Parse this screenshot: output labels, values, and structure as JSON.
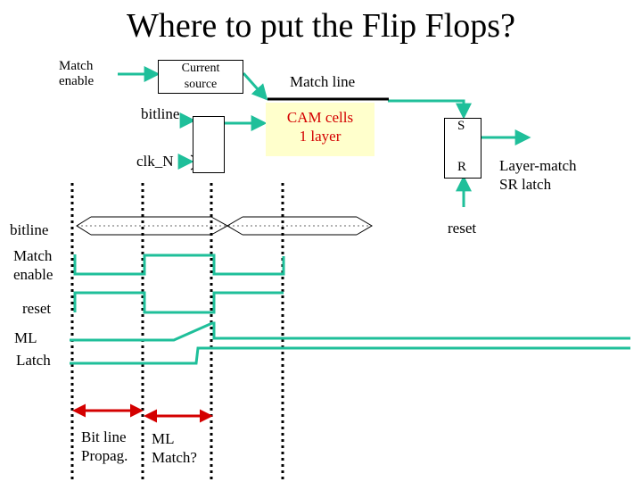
{
  "title": "Where to put the Flip Flops?",
  "schematic": {
    "match_enable": [
      "Match",
      "enable"
    ],
    "current_source": [
      "Current",
      "source"
    ],
    "match_line": "Match line",
    "bitline": "bitline",
    "clk_n": "clk_N",
    "cam_cells": [
      "CAM cells",
      "1 layer"
    ],
    "latch_s": "S",
    "latch_r": "R",
    "latch_name": [
      "Layer-match",
      "SR latch"
    ],
    "reset": "reset"
  },
  "timing": {
    "signals": {
      "bitline": "bitline",
      "match_enable": [
        "Match",
        "enable"
      ],
      "reset": "reset",
      "ml": "ML",
      "latch": "Latch"
    },
    "phases": [
      {
        "label": [
          "Bit line",
          "Propag."
        ]
      },
      {
        "label": [
          "ML",
          "Match?"
        ]
      }
    ]
  },
  "colors": {
    "wire": "#1fbf9a",
    "phase_arrow": "#d40000",
    "cam_fill": "#ffffcc",
    "cam_text": "#d40000"
  }
}
